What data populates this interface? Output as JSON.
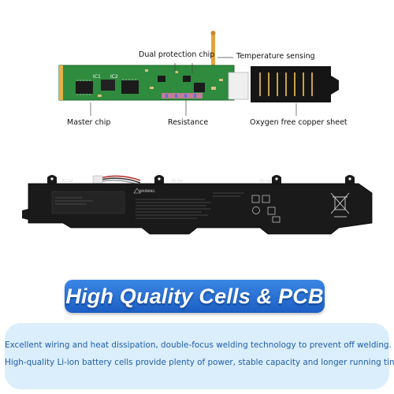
{
  "pcb": {
    "callouts": {
      "dual_protection_chip": "Dual protection chip",
      "temperature_sensing": "Temperature sensing",
      "master_chip": "Master chip",
      "resistance": "Resistance",
      "oxygen_free_copper_sheet": "Oxygen free copper sheet"
    },
    "board_labels": {
      "ic1": "IC1",
      "ic2": "IC2"
    }
  },
  "battery": {
    "warning_heading": "WARNING",
    "screw_label": "M2.5x4"
  },
  "banner": {
    "title": "High Quality Cells & PCB"
  },
  "description": {
    "line1": "Excellent wiring and heat dissipation, double-focus welding technology to prevent off welding.",
    "line2": "High-quality Li-ion battery cells provide plenty of power, stable capacity and longer running time."
  },
  "colors": {
    "pcb_green": "#2f8b3e",
    "banner_blue": "#2a73d6",
    "description_text": "#1f5ea8",
    "description_bg": "#dbeefb"
  }
}
